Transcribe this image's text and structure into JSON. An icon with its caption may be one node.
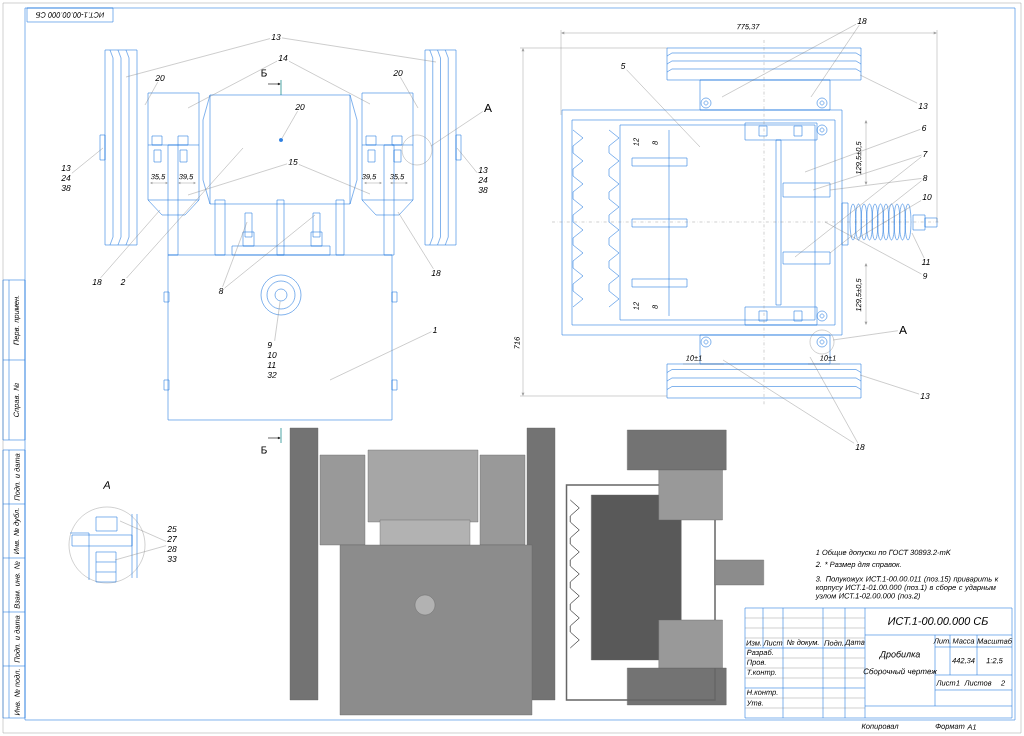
{
  "diagram": {
    "nodes": [
      {
        "text": [
          "13"
        ]
      },
      {
        "text": [
          "14"
        ]
      },
      {
        "text": [
          "20"
        ]
      },
      {
        "text": [
          "20"
        ]
      },
      {
        "text": [
          "20"
        ]
      },
      {
        "text": [
          "А"
        ]
      },
      {
        "text": [
          "13",
          "24",
          "38"
        ]
      },
      {
        "text": [
          "13",
          "24",
          "38"
        ]
      },
      {
        "text": [
          "15"
        ]
      },
      {
        "text": [
          "18"
        ]
      },
      {
        "text": [
          "2"
        ]
      },
      {
        "text": [
          "8"
        ]
      },
      {
        "text": [
          "9",
          "10",
          "11",
          "32"
        ]
      },
      {
        "text": [
          "1"
        ]
      },
      {
        "text": [
          "18"
        ]
      },
      {
        "text": [
          "18"
        ]
      },
      {
        "text": [
          "5"
        ]
      },
      {
        "text": [
          "13"
        ]
      },
      {
        "text": [
          "6"
        ]
      },
      {
        "text": [
          "7"
        ]
      },
      {
        "text": [
          "8"
        ]
      },
      {
        "text": [
          "10"
        ]
      },
      {
        "text": [
          "11"
        ]
      },
      {
        "text": [
          "9"
        ]
      },
      {
        "text": [
          "А"
        ]
      },
      {
        "text": [
          "13"
        ]
      },
      {
        "text": [
          "18"
        ]
      },
      {
        "text": [
          "25",
          "27",
          "28",
          "33"
        ]
      },
      {
        "text": [],
        "shape": "circle"
      },
      {
        "text": [],
        "shape": "circle"
      }
    ],
    "edges": [
      {
        "from": 0,
        "to": null,
        "arrow": "none"
      },
      {
        "from": 0,
        "to": null,
        "arrow": "none"
      },
      {
        "from": 1,
        "to": null,
        "arrow": "none"
      },
      {
        "from": 1,
        "to": null,
        "arrow": "none"
      },
      {
        "from": 2,
        "to": null,
        "arrow": "none"
      },
      {
        "from": 3,
        "to": null,
        "arrow": "none"
      },
      {
        "from": 4,
        "to": 28,
        "arrow": "none"
      },
      {
        "from": 5,
        "to": null,
        "arrow": "none"
      },
      {
        "from": 6,
        "to": null,
        "arrow": "none"
      },
      {
        "from": 7,
        "to": null,
        "arrow": "none"
      },
      {
        "from": 8,
        "to": null,
        "arrow": "none"
      },
      {
        "from": 8,
        "to": null,
        "arrow": "none"
      },
      {
        "from": 9,
        "to": null,
        "arrow": "none"
      },
      {
        "from": 10,
        "to": null,
        "arrow": "none"
      },
      {
        "from": 11,
        "to": null,
        "arrow": "none"
      },
      {
        "from": 11,
        "to": null,
        "arrow": "none"
      },
      {
        "from": 12,
        "to": 29,
        "arrow": "none"
      },
      {
        "from": 13,
        "to": null,
        "arrow": "none"
      },
      {
        "from": 14,
        "to": null,
        "arrow": "none"
      },
      {
        "from": 15,
        "to": null,
        "arrow": "none"
      },
      {
        "from": 15,
        "to": null,
        "arrow": "none"
      },
      {
        "from": 16,
        "to": null,
        "arrow": "none"
      },
      {
        "from": 17,
        "to": null,
        "arrow": "none"
      },
      {
        "from": 18,
        "to": null,
        "arrow": "none"
      },
      {
        "from": 19,
        "to": null,
        "arrow": "none"
      },
      {
        "from": 19,
        "to": null,
        "arrow": "none"
      },
      {
        "from": 20,
        "to": null,
        "arrow": "none"
      },
      {
        "from": 20,
        "to": null,
        "arrow": "none"
      },
      {
        "from": 21,
        "to": null,
        "arrow": "none"
      },
      {
        "from": 22,
        "to": null,
        "arrow": "none"
      },
      {
        "from": 23,
        "to": null,
        "arrow": "none"
      },
      {
        "from": 24,
        "to": null,
        "arrow": "none"
      },
      {
        "from": 25,
        "to": null,
        "arrow": "none"
      },
      {
        "from": 26,
        "to": null,
        "arrow": "none"
      },
      {
        "from": 26,
        "to": null,
        "arrow": "none"
      },
      {
        "from": 27,
        "to": null,
        "arrow": "none"
      },
      {
        "from": 27,
        "to": null,
        "arrow": "none"
      }
    ],
    "labels": [
      "ИСТ.1-00.00.000 СБ",
      "Б",
      "35,5",
      "39,5",
      "39,5",
      "35,5",
      "775,37",
      "716",
      "12",
      "8",
      "129,5±0,5",
      "129,5±0,5",
      "12",
      "8",
      "10±1",
      "10±1",
      "Б",
      "А",
      "Перв. примен.",
      "Справ. №",
      "Подп. и дата",
      "Инв. № дубл.",
      "Взам. инв. №",
      "Подп. и дата",
      "Инв. № подл.",
      "1 Общие допуски по ГОСТ 30893.2-mK",
      "2. * Размер для справок.",
      "3. Полукожух ИСТ.1-00.00.011 (поз.15) приварить к корпусу ИСТ.1-01.00.000 (поз.1) в сборе с ударным узлом ИСТ.1-02.00.000 (поз.2)",
      "ИСТ.1-00.00.000 СБ",
      "Изм.",
      "Лист",
      "№ докум.",
      "Подп.",
      "Дата",
      "Разраб.",
      "Пров.",
      "Т.контр.",
      "Н.контр.",
      "Утв.",
      "Дробилка",
      "Сборочный чертеж",
      "Лит.",
      "Масса",
      "Масштаб",
      "442,34",
      "1:2,5",
      "Лист",
      "1",
      "Листов",
      "2",
      "Копировал",
      "Формат",
      "A1"
    ]
  }
}
